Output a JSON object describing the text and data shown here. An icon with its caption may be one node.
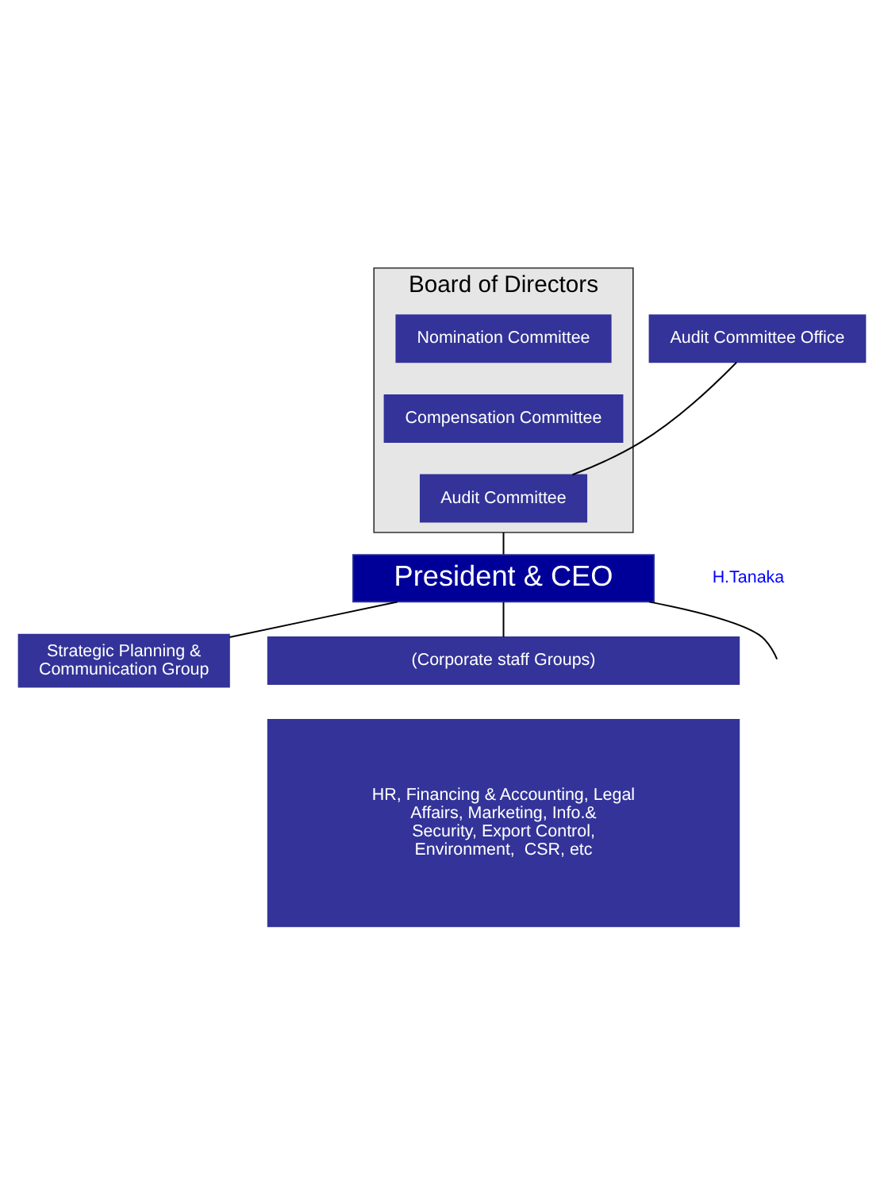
{
  "diagram": {
    "nodes": [
      {
        "text": [
          "Board of Directors"
        ]
      },
      {
        "text": [
          "Nomination Committee"
        ],
        "in": 0
      },
      {
        "text": [
          "Compensation Committee"
        ],
        "in": 0
      },
      {
        "text": [
          "Audit Committee"
        ],
        "in": 0
      },
      {
        "text": [
          "Audit Committee Office"
        ]
      },
      {
        "text": [
          "President & CEO"
        ],
        "beside": [
          "H.Tanaka"
        ]
      },
      {
        "text": [
          "Strategic Planning & Communication Group"
        ]
      },
      {
        "text": [
          "(Corporate staff Groups)"
        ]
      },
      {
        "text": [
          "HR, Financing & Accounting, Legal Affairs, Marketing, Info.& Security, Export Control, Environment,  CSR, etc"
        ]
      }
    ],
    "edges": [
      {
        "from": 3,
        "to": 4,
        "arrow": "none"
      },
      {
        "from": 0,
        "to": 5,
        "arrow": "none"
      },
      {
        "from": 5,
        "to": 6,
        "arrow": "none"
      },
      {
        "from": 5,
        "to": null,
        "arrow": "none"
      },
      {
        "from": 5,
        "to": 7,
        "arrow": "none"
      }
    ]
  }
}
